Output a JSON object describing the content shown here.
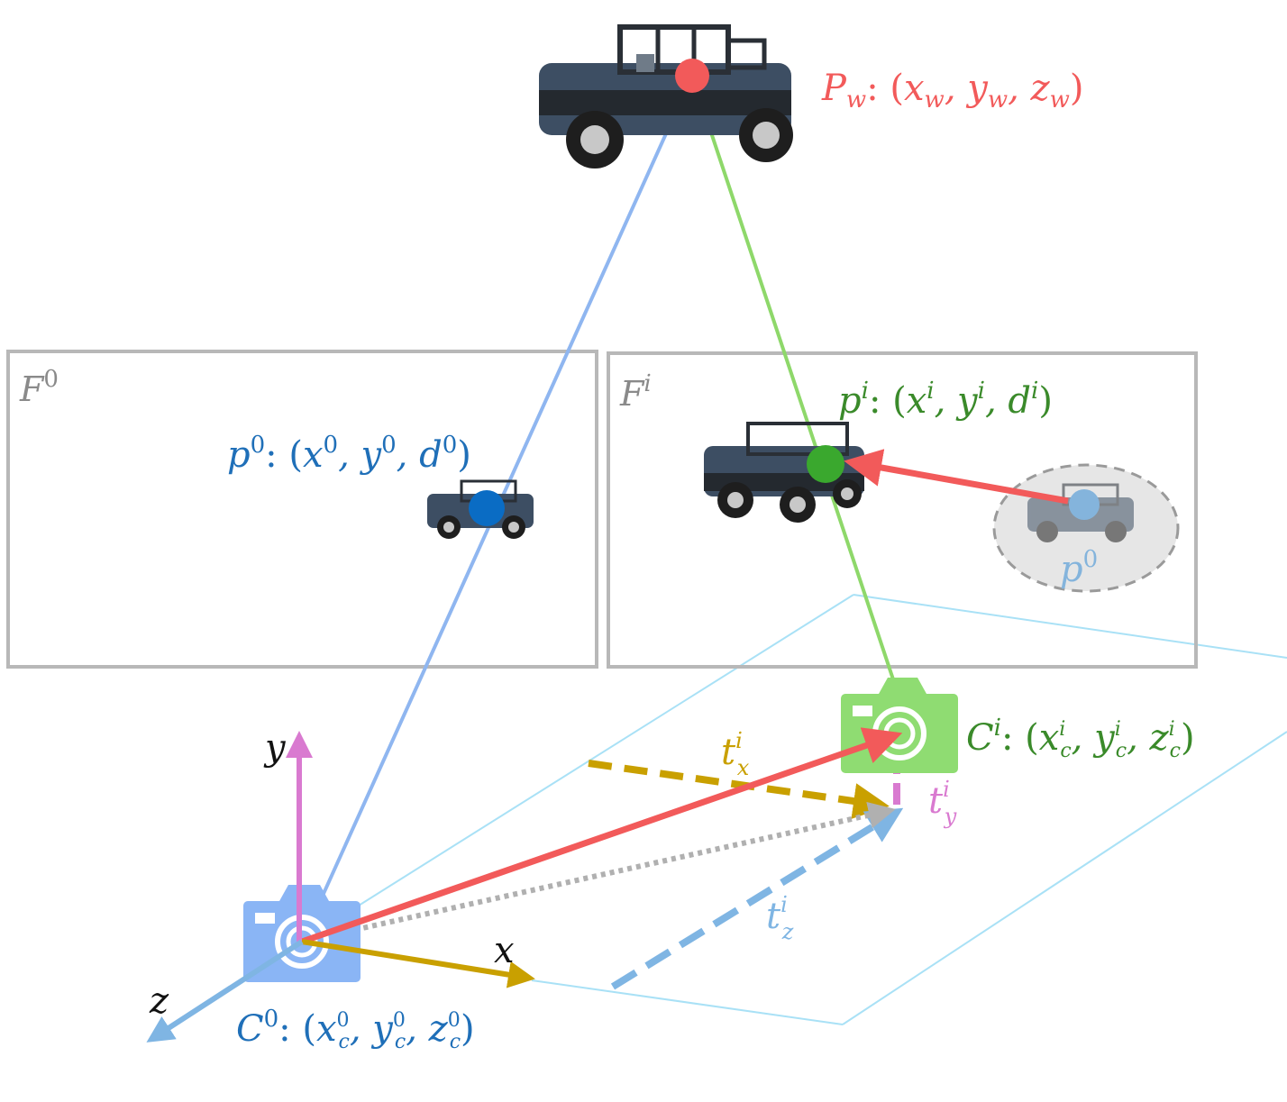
{
  "colors": {
    "red": "#f25a5a",
    "blue_ray": "#8fb6f0",
    "green_ray": "#8ed86a",
    "frame": "#b8b8b8",
    "plane": "#a9e1f6",
    "blue_text": "#1f6fb8",
    "green_text": "#3a8a2a",
    "gold": "#c9a000",
    "pink": "#d97ad0",
    "light_blue": "#7fb5e3",
    "dot_blue": "#0a6cc4",
    "dot_green": "#3aa82e",
    "dot_light": "#84b4dc",
    "camera_blue": "#8ab5f5",
    "camera_green": "#8fdc72"
  },
  "labels": {
    "pw_sym": "P",
    "pw_sub": "w",
    "pw_coords": ": (x",
    "pw_full": "Pw: (xw, yw, zw)",
    "f0": "F",
    "f0_sup": "0",
    "fi": "F",
    "fi_sup": "i",
    "p0": "p",
    "p0_sup": "0",
    "p0_rest": ": (x",
    "p0_full": "p0: (x0, y0, d0)",
    "pi_full": "pi: (xi, yi, di)",
    "ghost_p0": "p",
    "ghost_p0_sup": "0",
    "ci_full": "Ci: (xci, yci, zci)",
    "c0_full": "C0: (xc0, yc0, zc0)",
    "axis_x": "x",
    "axis_y": "y",
    "axis_z": "z",
    "tx": "t",
    "tx_sub": "x",
    "tx_sup": "i",
    "ty": "t",
    "ty_sub": "y",
    "ty_sup": "i",
    "tz": "t",
    "tz_sub": "z",
    "tz_sup": "i",
    "comma": ",",
    "colon": ":",
    "open": "(",
    "close": ")",
    "cx": "x",
    "cy": "y",
    "cz": "z",
    "cd": "d",
    "c_sub": "c",
    "sup_0": "0",
    "sup_i": "i",
    "C": "C"
  }
}
